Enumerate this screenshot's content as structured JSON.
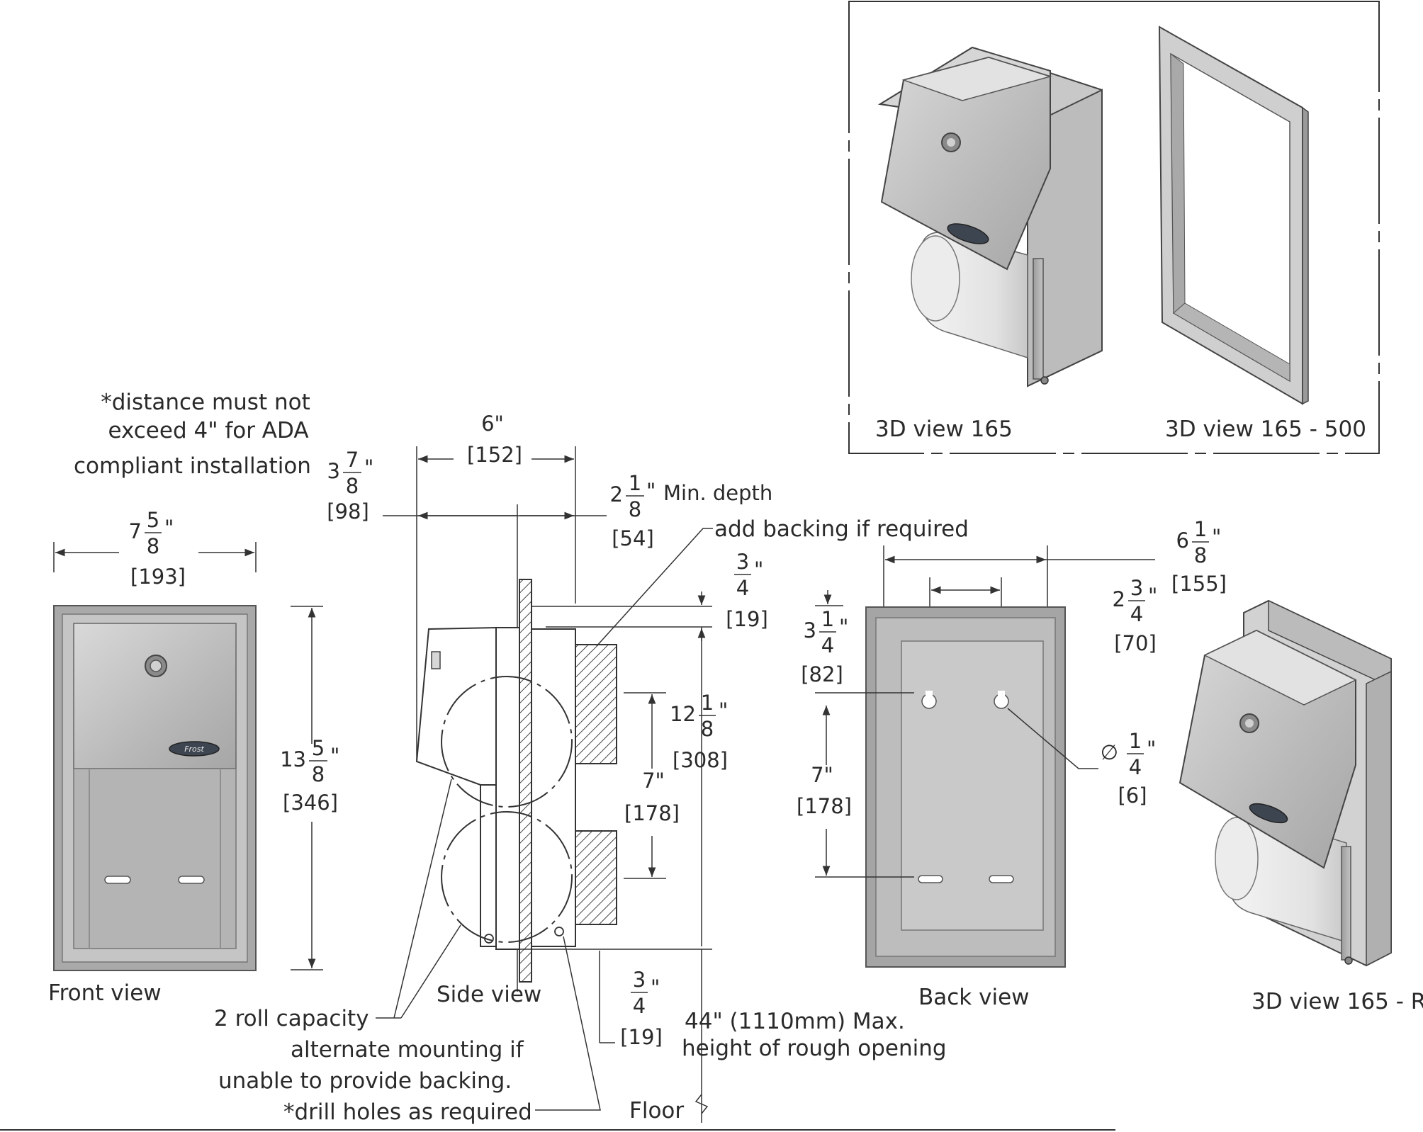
{
  "notes": {
    "ada_line1": "*distance must not",
    "ada_line2": "exceed 4\"  for ADA",
    "ada_line3": "compliant installation"
  },
  "views": {
    "front": "Front view",
    "side": "Side view",
    "back": "Back view",
    "iso_165": "3D view 165",
    "iso_165_500": "3D view 165 - 500",
    "iso_165_r": "3D view 165 - R"
  },
  "brand": "Frost",
  "dimensions": {
    "front_width": {
      "whole": "7",
      "num": "5",
      "den": "8",
      "mm": "[193]"
    },
    "front_height": {
      "whole": "13",
      "num": "5",
      "den": "8",
      "mm": "[346]"
    },
    "side_overall": {
      "inch": "6\"",
      "mm": "[152]"
    },
    "side_projection": {
      "whole": "3",
      "num": "7",
      "den": "8",
      "mm": "[98]"
    },
    "min_depth": {
      "whole": "2",
      "num": "1",
      "den": "8",
      "suffix": "Min. depth",
      "mm": "[54]"
    },
    "top_offset": {
      "num": "3",
      "den": "4",
      "mm": "[19]"
    },
    "side_height": {
      "whole": "12",
      "num": "1",
      "den": "8",
      "mm": "[308]"
    },
    "side_hole_spacing": {
      "inch": "7\"",
      "mm": "[178]"
    },
    "bottom_offset": {
      "num": "3",
      "den": "4",
      "mm": "[19]"
    },
    "back_width": {
      "whole": "6",
      "num": "1",
      "den": "8",
      "mm": "[155]"
    },
    "back_hole_spacing": {
      "whole": "2",
      "num": "3",
      "den": "4",
      "mm": "[70]"
    },
    "back_top": {
      "whole": "3",
      "num": "1",
      "den": "4",
      "mm": "[82]"
    },
    "back_vertical": {
      "inch": "7\"",
      "mm": "[178]"
    },
    "hole_dia": {
      "symbol": "∅",
      "num": "1",
      "den": "4",
      "mm": "[6]"
    }
  },
  "callouts": {
    "backing": "add backing if required",
    "capacity": "2 roll capacity",
    "alt_line1": "alternate mounting if",
    "alt_line2": "unable to provide backing.",
    "drill": "*drill holes as required",
    "max_height_line1": "44\" (1110mm) Max.",
    "max_height_line2": "height of rough opening",
    "floor": "Floor"
  }
}
